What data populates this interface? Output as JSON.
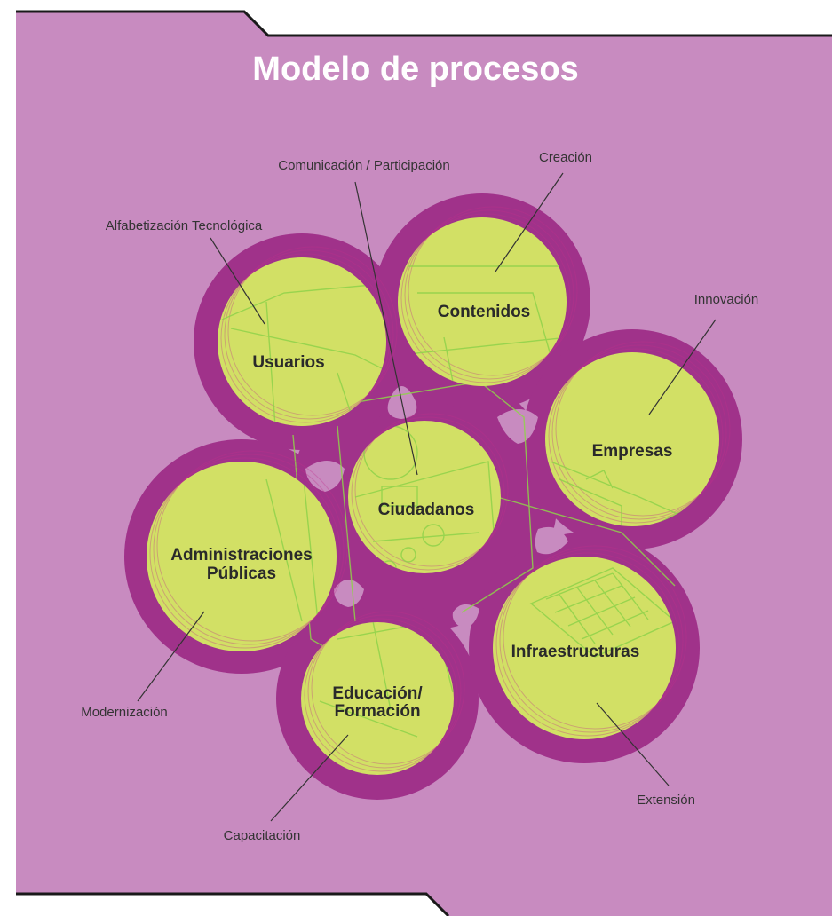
{
  "diagram": {
    "title": "Modelo de procesos",
    "nodes": [
      {
        "id": "usuarios",
        "label": "Usuarios"
      },
      {
        "id": "contenidos",
        "label": "Contenidos"
      },
      {
        "id": "empresas",
        "label": "Empresas"
      },
      {
        "id": "ciudadanos",
        "label": "Ciudadanos"
      },
      {
        "id": "administraciones",
        "label_line1": "Administraciones",
        "label_line2": "Públicas"
      },
      {
        "id": "educacion",
        "label_line1": "Educación/",
        "label_line2": "Formación"
      },
      {
        "id": "infraestructuras",
        "label": "Infraestructuras"
      }
    ],
    "callouts": {
      "alfabetizacion": "Alfabetización Tecnológica",
      "comunicacion": "Comunicación / Participación",
      "creacion": "Creación",
      "innovacion": "Innovación",
      "modernizacion": "Modernización",
      "capacitacion": "Capacitación",
      "extension": "Extensión"
    }
  },
  "colors": {
    "background": "#c88bc0",
    "ring": "#a0328a",
    "circle": "#d2e065",
    "wireframe": "#8fd24a",
    "title": "#ffffff"
  }
}
